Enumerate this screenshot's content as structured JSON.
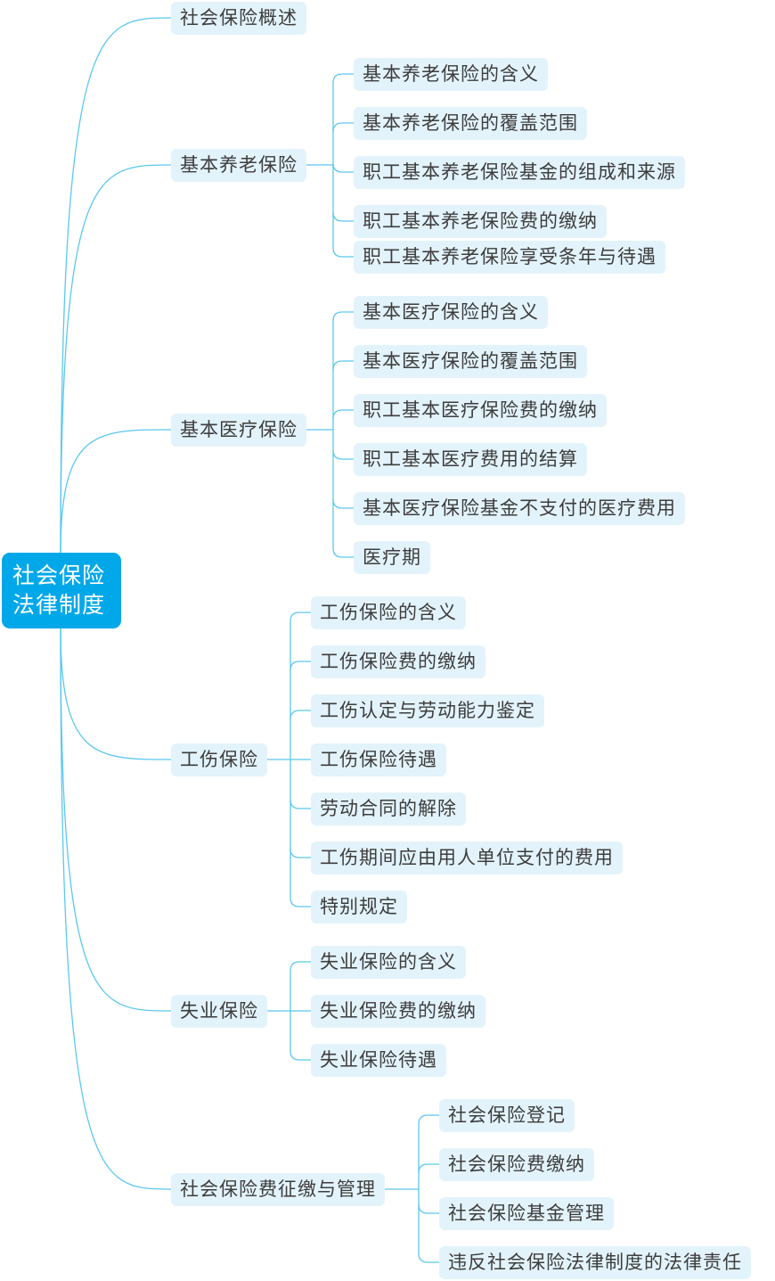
{
  "mindmap": {
    "root": {
      "line1": "社会保险",
      "line2": "法律制度"
    },
    "colors": {
      "root_bg": "#00a8ea",
      "node_bg": "#e3f3fb",
      "line": "#5cc8ee",
      "text": "#3d3d3d"
    },
    "branches": [
      {
        "label": "社会保险概述",
        "children": []
      },
      {
        "label": "基本养老保险",
        "children": [
          "基本养老保险的含义",
          "基本养老保险的覆盖范围",
          "职工基本养老保险基金的组成和来源",
          "职工基本养老保险费的缴纳",
          "职工基本养老保险享受条年与待遇"
        ]
      },
      {
        "label": "基本医疗保险",
        "children": [
          "基本医疗保险的含义",
          "基本医疗保险的覆盖范围",
          "职工基本医疗保险费的缴纳",
          "职工基本医疗费用的结算",
          "基本医疗保险基金不支付的医疗费用",
          "医疗期"
        ]
      },
      {
        "label": "工伤保险",
        "children": [
          "工伤保险的含义",
          "工伤保险费的缴纳",
          "工伤认定与劳动能力鉴定",
          "工伤保险待遇",
          "劳动合同的解除",
          "工伤期间应由用人单位支付的费用",
          "特别规定"
        ]
      },
      {
        "label": "失业保险",
        "children": [
          "失业保险的含义",
          "失业保险费的缴纳",
          "失业保险待遇"
        ]
      },
      {
        "label": "社会保险费征缴与管理",
        "children": [
          "社会保险登记",
          "社会保险费缴纳",
          "社会保险基金管理",
          "违反社会保险法律制度的法律责任"
        ]
      }
    ]
  }
}
